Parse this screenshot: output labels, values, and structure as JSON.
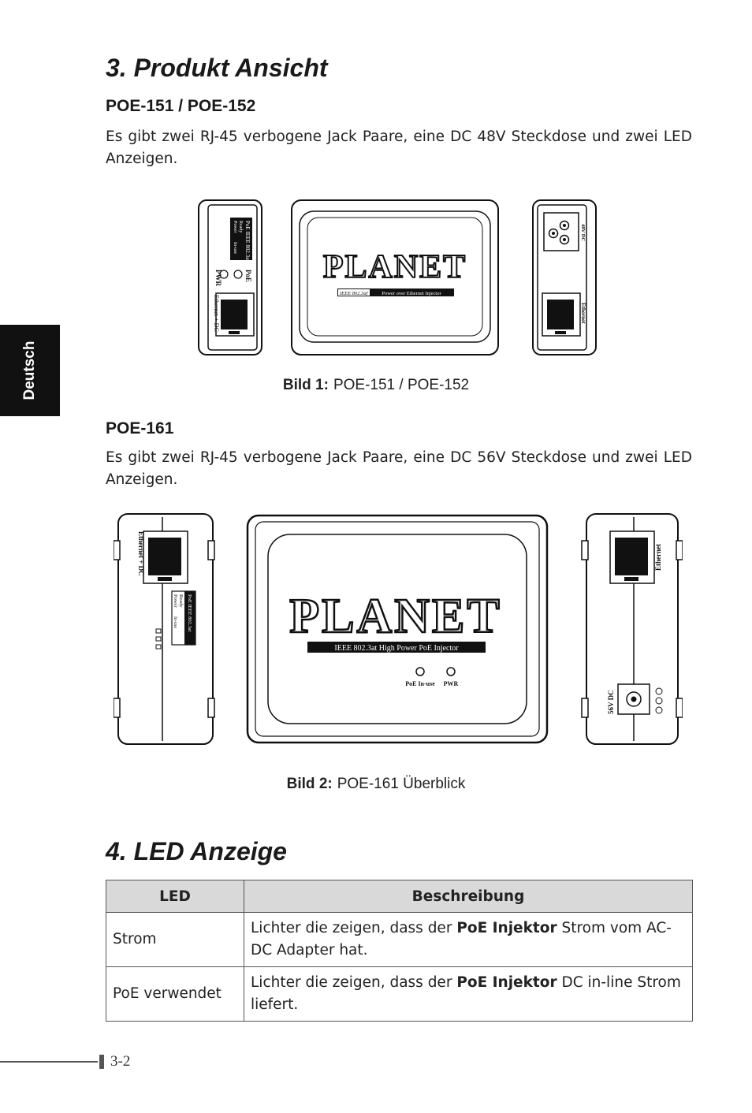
{
  "section3": {
    "title": "3. Produkt Ansicht",
    "sub1": {
      "title": "POE-151 / POE-152",
      "text": "Es gibt zwei RJ-45 verbogene Jack Paare, eine DC 48V Steckdose und zwei LED Anzeigen."
    },
    "figure1": {
      "left_led_title": "PoE IEEE 802.3af",
      "left_led_ready": "Ready",
      "left_led_power": "Power",
      "left_led_inuse": "In-use",
      "left_pwr": "PWR",
      "left_poe": "PoE",
      "left_port": "Ethernet + DC",
      "brand": "PLANET",
      "std_tag": "IEEE 802.3af",
      "product_name": "Power over Ethernet Injector",
      "right_dc": "48V DC",
      "right_port": "Ethernet",
      "caption_label": "Bild 1:",
      "caption_text": "POE-151 / POE-152"
    },
    "sub2": {
      "title": "POE-161",
      "text": "Es gibt zwei RJ-45 verbogene Jack Paare, eine DC 56V Steckdose und zwei LED Anzeigen."
    },
    "figure2": {
      "left_port": "Ethernet + DC",
      "left_led_title": "PoE IEEE 802.3at",
      "left_led_ready": "Ready",
      "left_led_power": "Power",
      "left_led_inuse": "In-use",
      "brand": "PLANET",
      "product_name": "IEEE 802.3at High Power PoE Injector",
      "led1": "PoE In-use",
      "led2": "PWR",
      "right_port": "Ethernet",
      "right_dc": "56V DC",
      "caption_label": "Bild 2:",
      "caption_text": "POE-161 Überblick"
    }
  },
  "section4": {
    "title": "4. LED Anzeige",
    "table": {
      "headers": [
        "LED",
        "Beschreibung"
      ],
      "rows": [
        {
          "led": "Strom",
          "desc_pre": "Lichter die zeigen, dass der ",
          "desc_bold": "PoE Injektor",
          "desc_post": " Strom vom AC-DC Adapter hat."
        },
        {
          "led": "PoE verwendet",
          "desc_pre": "Lichter die zeigen, dass der ",
          "desc_bold": "PoE Injektor",
          "desc_post": " DC in-line Strom liefert."
        }
      ]
    }
  },
  "side_tab": "Deutsch",
  "page_number": "3-2"
}
